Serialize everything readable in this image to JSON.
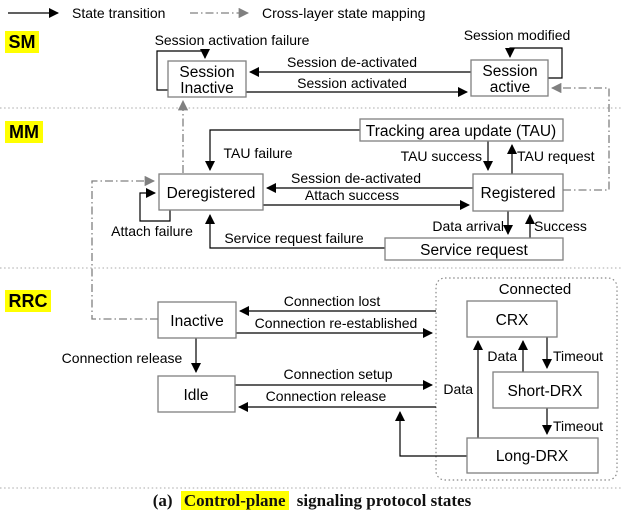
{
  "legend": {
    "state_transition": "State transition",
    "cross_layer": "Cross-layer state mapping"
  },
  "layers": {
    "sm": {
      "label": "SM",
      "boxes": {
        "session_inactive": {
          "line1": "Session",
          "line2": "Inactive"
        },
        "session_active": {
          "line1": "Session",
          "line2": "active"
        }
      },
      "transitions": {
        "session_activation_failure": "Session activation failure",
        "session_modified": "Session modified",
        "session_deactivated": "Session de-activated",
        "session_activated": "Session activated"
      }
    },
    "mm": {
      "label": "MM",
      "boxes": {
        "tau": "Tracking area update (TAU)",
        "deregistered": "Deregistered",
        "registered": "Registered",
        "service_request": "Service request"
      },
      "transitions": {
        "tau_failure": "TAU failure",
        "tau_success": "TAU success",
        "tau_request": "TAU request",
        "session_deactivated": "Session de-activated",
        "attach_success": "Attach success",
        "attach_failure": "Attach failure",
        "service_request_failure": "Service request failure",
        "data_arrival": "Data arrival",
        "success": "Success"
      }
    },
    "rrc": {
      "label": "RRC",
      "boxes": {
        "inactive": "Inactive",
        "idle": "Idle",
        "connected_group": "Connected",
        "crx": "CRX",
        "short_drx": "Short-DRX",
        "long_drx": "Long-DRX"
      },
      "transitions": {
        "connection_lost": "Connection lost",
        "connection_reestablished": "Connection re-established",
        "connection_release": "Connection release",
        "connection_setup": "Connection setup",
        "connection_release_2": "Connection release",
        "data_short": "Data",
        "timeout_short": "Timeout",
        "timeout_long": "Timeout",
        "data_long": "Data"
      }
    }
  },
  "caption": {
    "prefix": "(a)",
    "highlighted": "Control-plane",
    "suffix": "signaling protocol states"
  },
  "colors": {
    "highlight": "#ffff00",
    "box_border": "#808080",
    "transition_arrow": "#000000",
    "cross_layer_line": "#808080",
    "separator": "#a8a8a8"
  }
}
